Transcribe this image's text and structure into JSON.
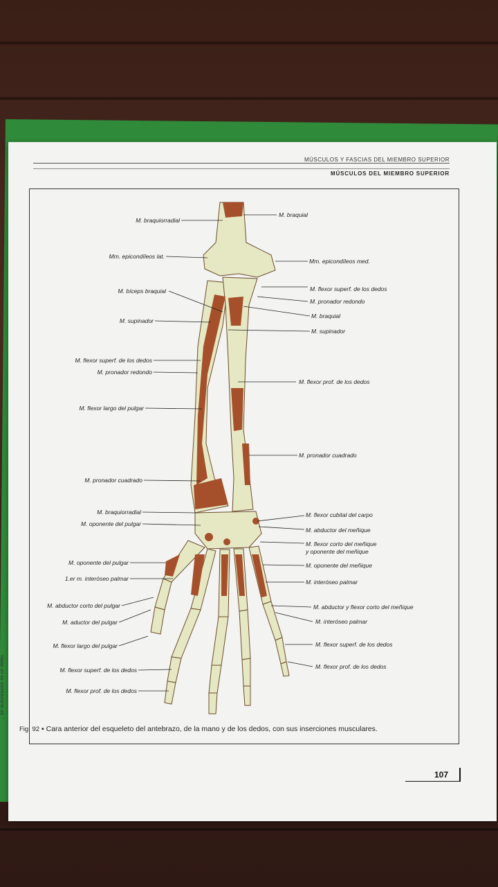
{
  "header": {
    "section": "MÚSCULOS Y FASCIAS DEL MIEMBRO SUPERIOR",
    "chapter": "MÚSCULOS DEL MIEMBRO SUPERIOR"
  },
  "labels_left": [
    "M. braquiorradial",
    "Mm. epicondíleos lat.",
    "M. bíceps braquial",
    "M. supinador",
    "M. flexor superf. de los dedos",
    "M. pronador redondo",
    "M. flexor largo del pulgar",
    "M. pronador cuadrado",
    "M. braquiorradial",
    "M. oponente del pulgar",
    "M. oponente del pulgar",
    "1.er m. interóseo palmar",
    "M. abductor corto del pulgar",
    "M. aductor del pulgar",
    "M. flexor largo del pulgar",
    "M. flexor superf. de los dedos",
    "M. flexor prof. de los dedos"
  ],
  "labels_right": [
    "M. braquial",
    "Mm. epicondíleos med.",
    "M. flexor superf. de los dedos",
    "M. pronador redondo",
    "M. braquial",
    "M. supinador",
    "M. flexor prof. de los dedos",
    "M. pronador cuadrado",
    "M. flexor cubital del carpo",
    "M. abductor del meñique",
    "M. flexor corto del meñique",
    "y oponente del meñique",
    "M. oponente del meñique",
    "M. interóseo palmar",
    "M. abductor y flexor corto del meñique",
    "M. interóseo palmar",
    "M. flexor superf. de los dedos",
    "M. flexor prof. de los dedos"
  ],
  "caption": {
    "fig": "Fig. 92",
    "text": "Cara anterior del esqueleto del antebrazo, de la mano y de los dedos, con sus inserciones musculares."
  },
  "page_number": "107",
  "side_text": "... sin autorización es un delito.",
  "colors": {
    "bone": "#e6e8c4",
    "muscle": "#a5502a",
    "cover": "#2f8b3a",
    "page": "#f3f4f2"
  }
}
